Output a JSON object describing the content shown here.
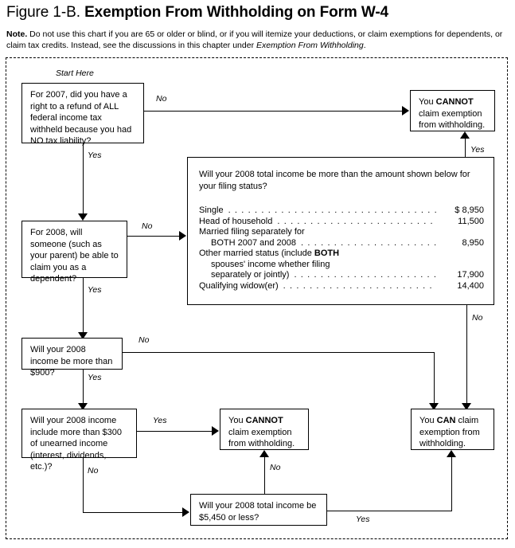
{
  "header": {
    "figure_label": "Figure 1-B.",
    "figure_title": "Exemption From Withholding on Form W-4",
    "note_lead": "Note.",
    "note_text": " Do not use this chart if you are 65 or older or blind, or if you will itemize your deductions, or claim exemptions for dependents, or claim tax credits. Instead, see the discussions in this chapter under ",
    "note_italic": "Exemption From Withholding",
    "note_end": "."
  },
  "start_caption": "Start Here",
  "nodes": {
    "q1": "For 2007, did you have a right to a refund of ALL federal income tax withheld because you had NO tax liability?",
    "q2": "For 2008, will someone (such as your parent) be able to claim you as a dependent?",
    "q3_income": {
      "question": "Will your 2008 total income be more than the amount shown below for your filing status?",
      "rows": [
        {
          "label": "Single",
          "amount": "$ 8,950",
          "indent": false,
          "dots": true
        },
        {
          "label": "Head of household",
          "amount": "11,500",
          "indent": false,
          "dots": true
        },
        {
          "label": "Married filing separately for",
          "amount": "",
          "indent": false,
          "dots": false
        },
        {
          "label": "BOTH 2007 and 2008",
          "amount": "8,950",
          "indent": true,
          "dots": true
        },
        {
          "label": "Other married status (include BOTH",
          "amount": "",
          "indent": false,
          "dots": false,
          "bold_tail": "BOTH"
        },
        {
          "label": "spouses' income whether filing",
          "amount": "",
          "indent": true,
          "dots": false
        },
        {
          "label": "separately or jointly)",
          "amount": "17,900",
          "indent": true,
          "dots": true
        },
        {
          "label": "Qualifying widow(er)",
          "amount": "14,400",
          "indent": false,
          "dots": true
        }
      ]
    },
    "q4": "Will your 2008 income be more than $900?",
    "q5": "Will your 2008 income include more than $300 of unearned income (interest, dividends, etc.)?",
    "q6": "Will your 2008 total income be $5,450 or less?",
    "cannot_top": {
      "pre": "You ",
      "strong": "CANNOT",
      "post": " claim exemption from withholding."
    },
    "cannot_mid": {
      "pre": "You ",
      "strong": "CANNOT",
      "post": " claim exemption from withholding."
    },
    "can_right": {
      "pre": "You ",
      "strong": "CAN",
      "post": " claim exemption from withholding."
    }
  },
  "edge_labels": {
    "q1_no": "No",
    "q1_yes": "Yes",
    "q2_no": "No",
    "q2_yes": "Yes",
    "q3_yes": "Yes",
    "q3_no": "No",
    "q4_no": "No",
    "q4_yes": "Yes",
    "q5_yes": "Yes",
    "q5_no": "No",
    "q6_no": "No",
    "q6_yes": "Yes"
  },
  "colors": {
    "ink": "#000000",
    "paper": "#ffffff"
  }
}
